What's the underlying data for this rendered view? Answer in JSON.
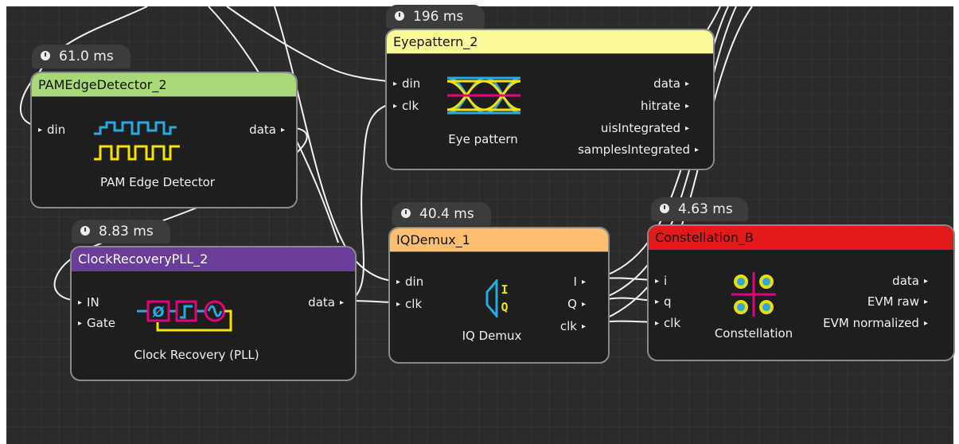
{
  "colors": {
    "background": "#2b2b2b",
    "wire": "#f2f2f2",
    "header_pam": "#a8d878",
    "header_eye": "#fafa96",
    "header_clock": "#6a3d9a",
    "header_iq": "#fdbf6f",
    "header_const": "#e31a1c",
    "icon_cyan": "#29a9e1",
    "icon_yellow": "#f6e400",
    "icon_magenta": "#e5007e"
  },
  "nodes": {
    "pam": {
      "timing": "61.0 ms",
      "title": "PAMEdgeDetector_2",
      "inputs": [
        "din"
      ],
      "outputs": [
        "data"
      ],
      "caption": "PAM Edge Detector",
      "icon": "pam-waveform-icon"
    },
    "eye": {
      "timing": "196 ms",
      "title": "Eyepattern_2",
      "inputs": [
        "din",
        "clk"
      ],
      "outputs": [
        "data",
        "hitrate",
        "uisIntegrated",
        "samplesIntegrated"
      ],
      "caption": "Eye pattern",
      "icon": "eye-diagram-icon"
    },
    "clock": {
      "timing": "8.83 ms",
      "title": "ClockRecoveryPLL_2",
      "inputs": [
        "IN",
        "Gate"
      ],
      "outputs": [
        "data"
      ],
      "caption": "Clock Recovery (PLL)",
      "icon": "pll-loop-icon",
      "icon_text": "Ø"
    },
    "iq": {
      "timing": "40.4 ms",
      "title": "IQDemux_1",
      "inputs": [
        "din",
        "clk"
      ],
      "outputs": [
        "I",
        "Q",
        "clk"
      ],
      "caption": "IQ Demux",
      "icon": "iq-demux-icon",
      "icon_i": "I",
      "icon_q": "Q"
    },
    "const": {
      "timing": "4.63 ms",
      "title": "Constellation_B",
      "inputs": [
        "i",
        "q",
        "clk"
      ],
      "outputs": [
        "data",
        "EVM raw",
        "EVM normalized"
      ],
      "caption": "Constellation",
      "icon": "constellation-icon"
    }
  }
}
